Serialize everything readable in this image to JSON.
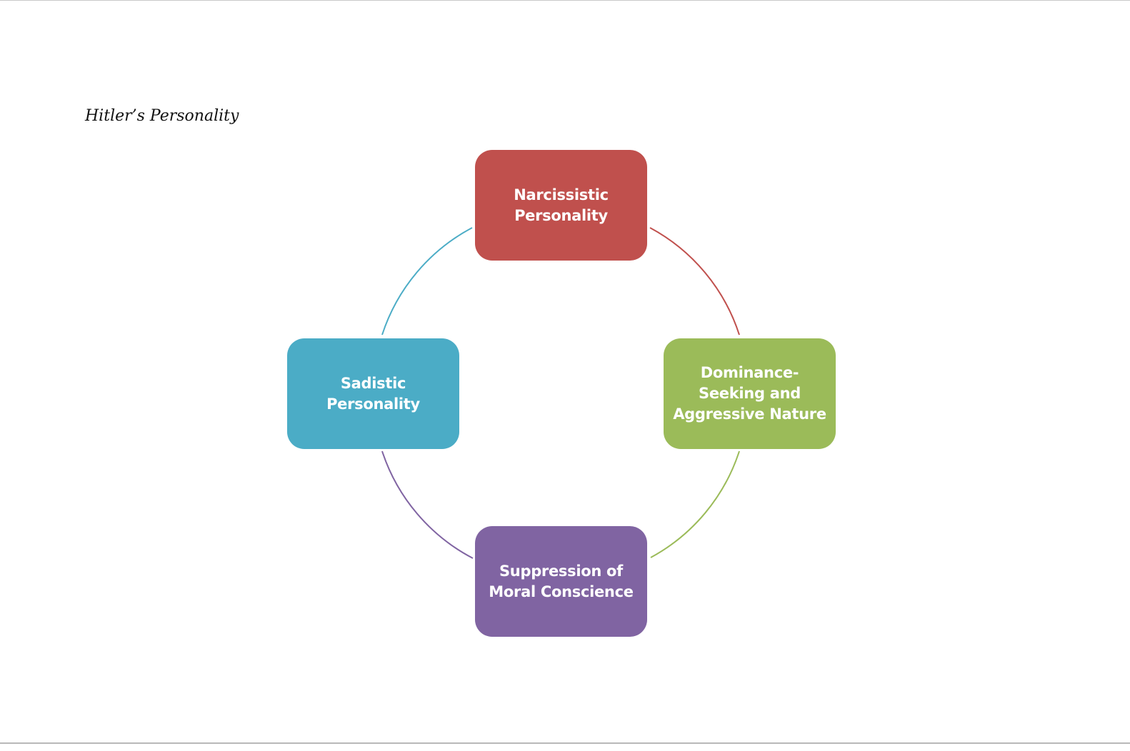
{
  "document": {
    "caption": "Hitler’s Personality"
  },
  "diagram": {
    "type": "cycle",
    "nodes": [
      {
        "id": "narcissistic",
        "label": "Narcissistic\nPersonality",
        "color": "#C0504D"
      },
      {
        "id": "dominance",
        "label": "Dominance-\nSeeking and\nAggressive Nature",
        "color": "#9BBB59"
      },
      {
        "id": "suppression",
        "label": "Suppression of\nMoral Conscience",
        "color": "#8064A2"
      },
      {
        "id": "sadistic",
        "label": "Sadistic Personality",
        "color": "#4BACC6"
      }
    ],
    "connectors": [
      {
        "from": "narcissistic",
        "to": "dominance",
        "color": "#C0504D"
      },
      {
        "from": "dominance",
        "to": "suppression",
        "color": "#9BBB59"
      },
      {
        "from": "suppression",
        "to": "sadistic",
        "color": "#8064A2"
      },
      {
        "from": "sadistic",
        "to": "narcissistic",
        "color": "#4BACC6"
      }
    ]
  }
}
